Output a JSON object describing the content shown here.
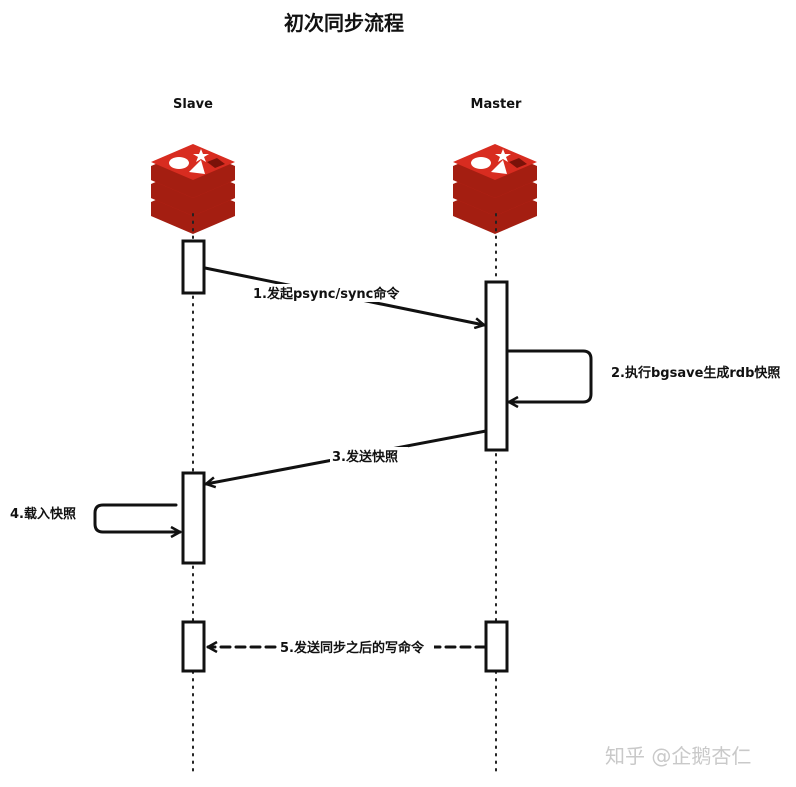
{
  "title": "初次同步流程",
  "actors": [
    {
      "id": "slave",
      "label": "Slave",
      "icon": "redis-logo-icon"
    },
    {
      "id": "master",
      "label": "Master",
      "icon": "redis-logo-icon"
    }
  ],
  "messages": [
    {
      "step": 1,
      "label": "1.发起psync/sync命令",
      "from": "slave",
      "to": "master",
      "style": "solid"
    },
    {
      "step": 2,
      "label": "2.执行bgsave生成rdb快照",
      "from": "master",
      "to": "master",
      "style": "self-loop"
    },
    {
      "step": 3,
      "label": "3.发送快照",
      "from": "master",
      "to": "slave",
      "style": "solid"
    },
    {
      "step": 4,
      "label": "4.载入快照",
      "from": "slave",
      "to": "slave",
      "style": "self-loop"
    },
    {
      "step": 5,
      "label": "5.发送同步之后的写命令",
      "from": "master",
      "to": "slave",
      "style": "dashed"
    }
  ],
  "colors": {
    "redis_red": "#c6302b",
    "redis_dark": "#a41e11",
    "line": "#111111",
    "watermark": "#c9c9c9"
  },
  "watermark": "知乎 @企鹅杏仁"
}
